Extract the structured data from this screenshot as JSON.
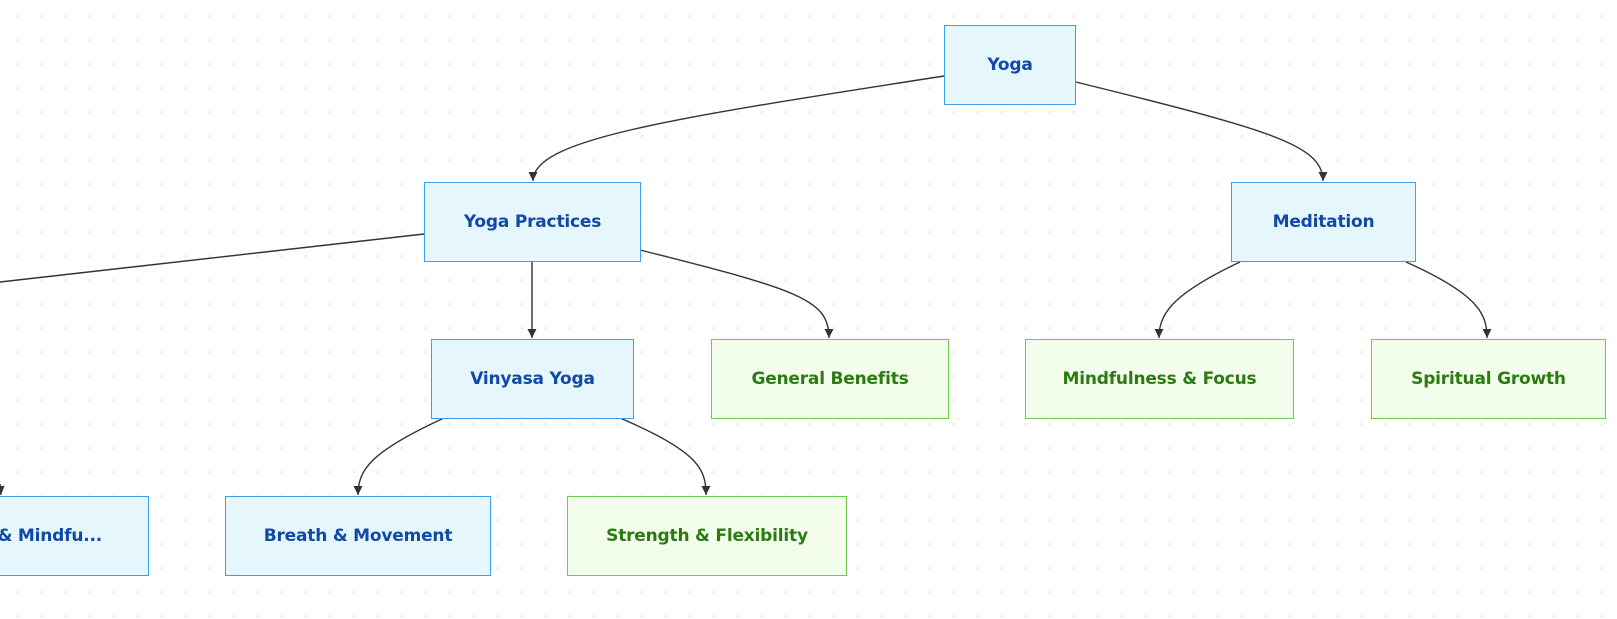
{
  "diagram": {
    "nodes": {
      "yoga": "Yoga",
      "yoga_practices": "Yoga Practices",
      "meditation": "Meditation",
      "vinyasa_yoga": "Vinyasa Yoga",
      "general_benefits": "General Benefits",
      "mindfulness_focus": "Mindfulness & Focus",
      "spiritual_growth": "Spiritual Growth",
      "truncated_mindfulness": "& Mindfu...",
      "breath_movement": "Breath & Movement",
      "strength_flexibility": "Strength & Flexibility"
    },
    "colors": {
      "process_fill": "#e6f6fd",
      "process_border": "#3ba0ee",
      "process_text": "#1149a6",
      "benefit_fill": "#f3fdec",
      "benefit_border": "#6acd4e",
      "benefit_text": "#2b7a12",
      "edge": "#333333"
    }
  }
}
